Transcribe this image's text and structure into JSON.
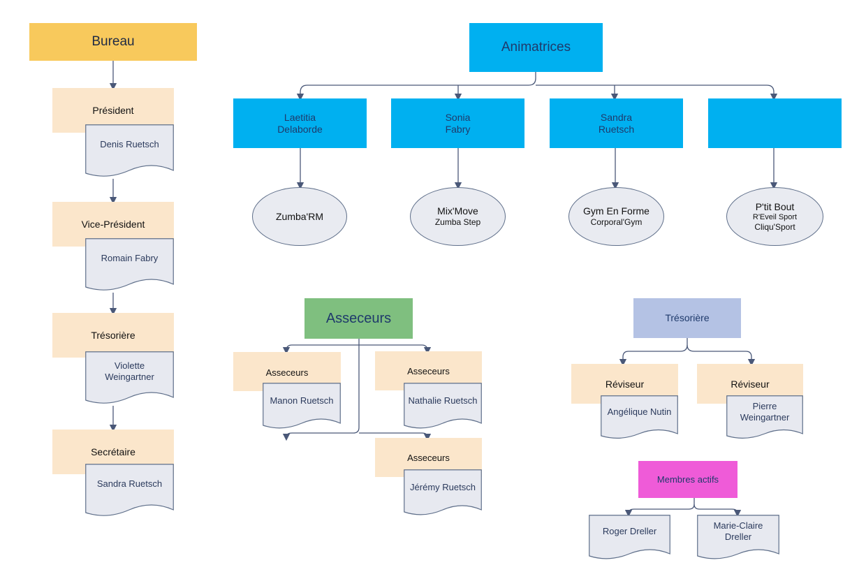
{
  "colors": {
    "bureau": "#f8c95c",
    "role": "#fbe6cb",
    "doc": "#e7e9f0",
    "animatrices": "#00b0f0",
    "asseceurs": "#7fbf7f",
    "tresoriere": "#b4c2e4",
    "membres": "#ef5bd8",
    "line": "#4a5878"
  },
  "bureau": {
    "title": "Bureau",
    "roles": [
      {
        "role": "Président",
        "name": "Denis Ruetsch"
      },
      {
        "role": "Vice-Président",
        "name": "Romain Fabry"
      },
      {
        "role": "Trésorière",
        "name": "Violette\nWeingartner"
      },
      {
        "role": "Secrétaire",
        "name": "Sandra Ruetsch"
      }
    ]
  },
  "animatrices": {
    "title": "Animatrices",
    "people": [
      {
        "name": "Laetitia\nDelaborde",
        "classes": [
          "Zumba'RM"
        ]
      },
      {
        "name": "Sonia\nFabry",
        "classes": [
          "Mix'Move",
          "Zumba Step"
        ]
      },
      {
        "name": "Sandra\nRuetsch",
        "classes": [
          "Gym En Forme",
          "Corporal'Gym"
        ]
      },
      {
        "name": "",
        "classes": [
          "P'tit Bout",
          "R'Eveil Sport",
          "Cliqu'Sport"
        ]
      }
    ]
  },
  "asseceurs": {
    "title": "Asseceurs",
    "members": [
      {
        "role": "Asseceurs",
        "name": "Manon Ruetsch"
      },
      {
        "role": "Asseceurs",
        "name": "Nathalie Ruetsch"
      },
      {
        "role": "Asseceurs",
        "name": "Jérémy Ruetsch"
      }
    ]
  },
  "tresoriere": {
    "title": "Trésorière",
    "members": [
      {
        "role": "Réviseur",
        "name": "Angélique Nutin"
      },
      {
        "role": "Réviseur",
        "name": "Pierre\nWeingartner"
      }
    ]
  },
  "membres": {
    "title": "Membres actifs",
    "members": [
      {
        "name": "Roger Dreller"
      },
      {
        "name": "Marie-Claire\nDreller"
      }
    ]
  }
}
